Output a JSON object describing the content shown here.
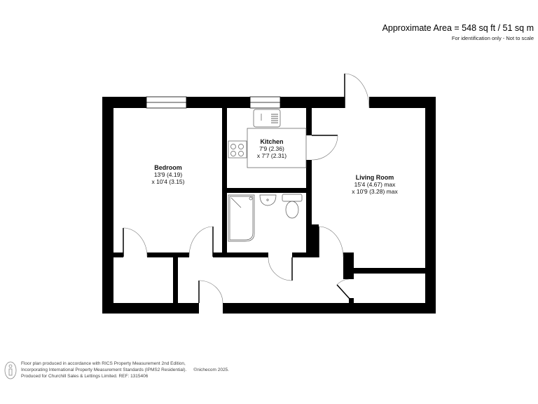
{
  "header": {
    "approximate_area": "Approximate Area = 548 sq ft / 51 sq m",
    "disclaimer": "For identification only - Not to scale"
  },
  "rooms": {
    "bedroom": {
      "name": "Bedroom",
      "dim1": "13'9 (4.19)",
      "dim2": "x 10'4 (3.15)"
    },
    "kitchen": {
      "name": "Kitchen",
      "dim1": "7'9 (2.36)",
      "dim2": "x 7'7 (2.31)"
    },
    "living_room": {
      "name": "Living Room",
      "dim1": "15'4 (4.67) max",
      "dim2": "x  10'9 (3.28) max"
    }
  },
  "footer": {
    "icon": "person-info-icon",
    "line1": "Floor plan produced in accordance with RICS Property Measurement 2nd Edition,",
    "line2": "Incorporating International Property Measurement Standards (IPMS2 Residential).",
    "copyright": "©nichecom 2025.",
    "line3": "Produced for Churchill Sales & Lettings Limited.   REF: 1315406"
  },
  "colors": {
    "wall": "#000000",
    "fixture": "#555555",
    "background": "#ffffff"
  }
}
